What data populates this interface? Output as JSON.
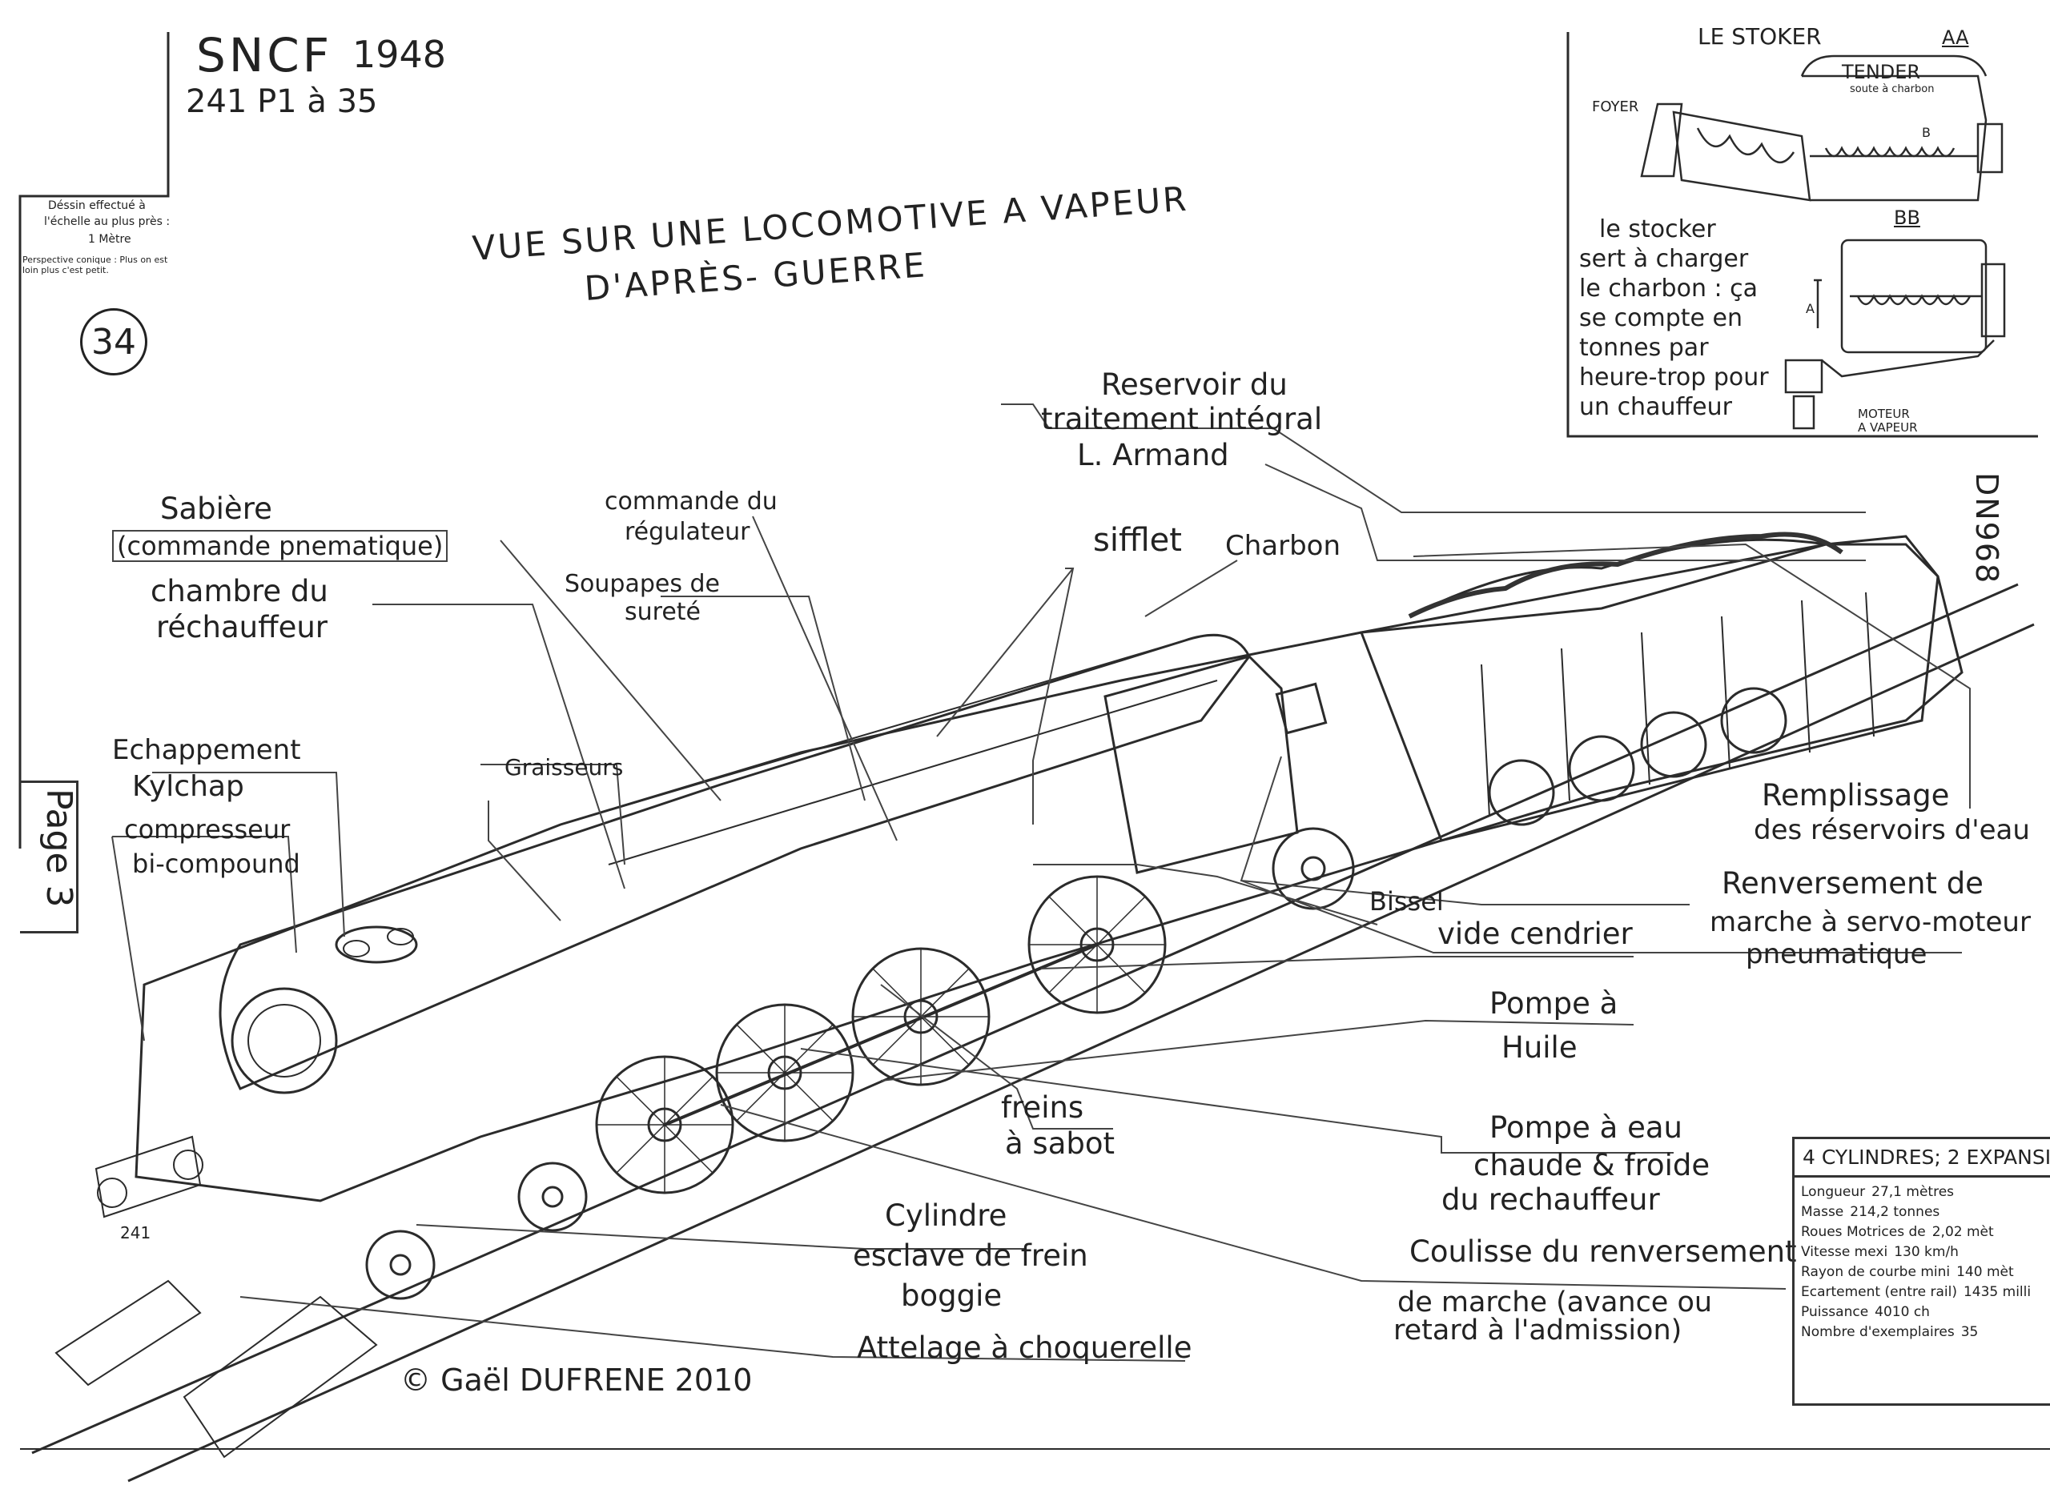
{
  "header": {
    "brand": "SNCF",
    "year": "1948",
    "model": "241 P1 à 35",
    "page_number": "34",
    "side_code": "DN968",
    "page_tab": "Page 3"
  },
  "scale_note": {
    "line1": "Déssin effectué à",
    "line2": "l'échelle au plus près :",
    "line3": "1 Mètre",
    "line4": "Perspective conique : Plus on est loin plus c'est petit."
  },
  "title": {
    "line1": "VUE   SUR UNE  LOCOMOTIVE A VAPEUR",
    "line2": "D'APRÈS- GUERRE"
  },
  "stoker_inset": {
    "title": "LE STOKER",
    "section_aa": "AA",
    "section_bb": "BB",
    "foyer": "FOYER",
    "tender": "TENDER",
    "tender_sub": "soute à charbon",
    "b_mark": "B",
    "a_mark": "A",
    "moteur": "MOTEUR",
    "a_vapeur": "A VAPEUR",
    "desc": [
      "le stocker",
      "sert à charger",
      "le charbon : ça",
      "se compte en",
      "tonnes par",
      "heure-trop pour",
      "un chauffeur"
    ]
  },
  "labels": {
    "reservoir": [
      "Reservoir du",
      "traitement intégral",
      "L. Armand"
    ],
    "sabiere": [
      "Sabière",
      "(commande pnematique)"
    ],
    "commande": [
      "commande du",
      "régulateur"
    ],
    "sifflet": "sifflet",
    "charbon": "Charbon",
    "soupapes": [
      "Soupapes de",
      "sureté"
    ],
    "chambre": [
      "chambre du",
      "réchauffeur"
    ],
    "echappement": [
      "Echappement",
      "Kylchap",
      "compresseur",
      "bi-compound"
    ],
    "graisseurs": "Graisseurs",
    "remplissage": [
      "Remplissage",
      "des réservoirs d'eau"
    ],
    "renversement": [
      "Renversement de",
      "marche à servo-moteur",
      "pneumatique"
    ],
    "bissel": "Bissel",
    "vide_cendrier": "vide cendrier",
    "pompe_huile": [
      "Pompe à",
      "Huile"
    ],
    "freins": [
      "freins",
      "à sabot"
    ],
    "pompe_eau": [
      "Pompe à eau",
      "chaude & froide",
      "du rechauffeur"
    ],
    "cylindre": [
      "Cylindre",
      "esclave de frein",
      "boggie"
    ],
    "coulisse": [
      "Coulisse du renversement",
      "de marche (avance ou",
      "retard à l'admission)"
    ],
    "attelage": "Attelage à choquerelle"
  },
  "loco_plates": {
    "number": "241"
  },
  "copyright": "© Gaël DUFRENE 2010",
  "specs": {
    "header": "4 CYLINDRES; 2 EXPANSI",
    "rows": [
      {
        "label": "Longueur",
        "value": "27,1 mètres"
      },
      {
        "label": "Masse",
        "value": "214,2 tonnes"
      },
      {
        "label": "Roues Motrices de",
        "value": "2,02 mèt"
      },
      {
        "label": "Vitesse mexi",
        "value": "130 km/h"
      },
      {
        "label": "Rayon de courbe mini",
        "value": "140 mèt"
      },
      {
        "label": "Ecartement (entre rail)",
        "value": "1435 milli"
      },
      {
        "label": "Puissance",
        "value": "4010 ch"
      },
      {
        "label": "Nombre d'exemplaires",
        "value": "35"
      }
    ]
  },
  "colors": {
    "ink": "#2b2b2b",
    "paper": "#ffffff",
    "label": "#3a3a3a"
  }
}
